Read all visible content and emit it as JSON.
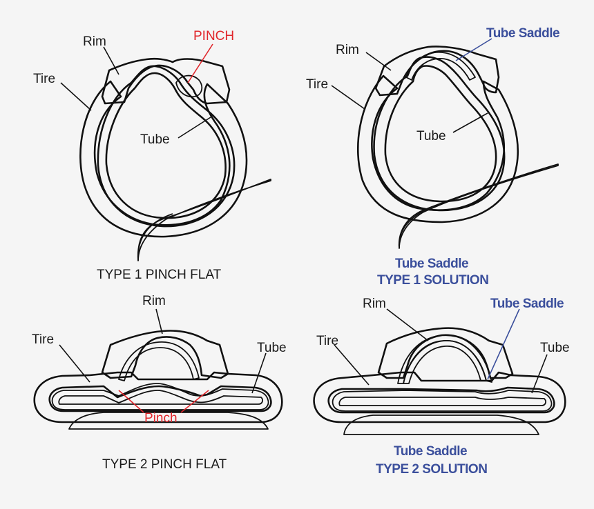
{
  "panels": {
    "type1_flat": {
      "rim": "Rim",
      "pinch": "PINCH",
      "tire": "Tire",
      "tube": "Tube",
      "caption": "TYPE 1 PINCH FLAT"
    },
    "type1_solution": {
      "rim": "Rim",
      "saddle": "Tube Saddle",
      "tire": "Tire",
      "tube": "Tube",
      "caption_line1": "Tube Saddle",
      "caption_line2": "TYPE 1 SOLUTION"
    },
    "type2_flat": {
      "rim": "Rim",
      "tire": "Tire",
      "tube": "Tube",
      "pinch": "Pinch",
      "caption": "TYPE 2 PINCH FLAT"
    },
    "type2_solution": {
      "rim": "Rim",
      "saddle": "Tube Saddle",
      "tire": "Tire",
      "tube": "Tube",
      "caption_line1": "Tube Saddle",
      "caption_line2": "TYPE 2 SOLUTION"
    }
  },
  "colors": {
    "ink": "#111111",
    "pinch_red": "#e0262b",
    "saddle_blue": "#3b4f9c",
    "background": "#f5f5f5"
  }
}
